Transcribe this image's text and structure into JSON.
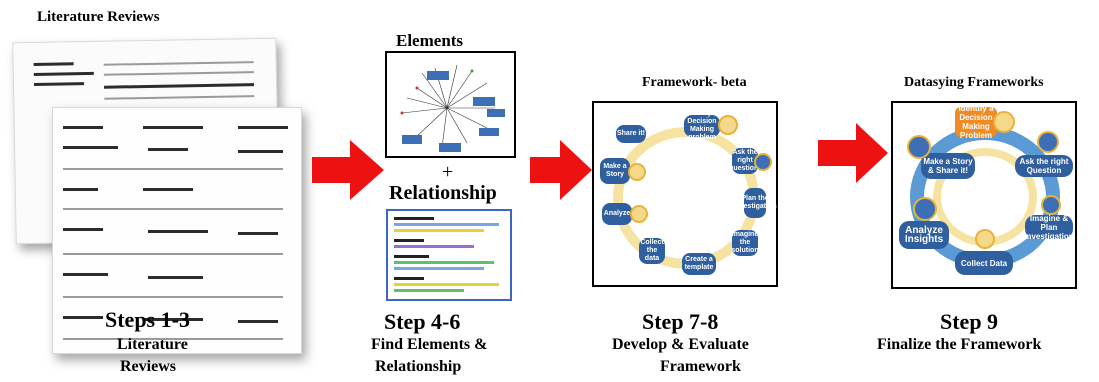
{
  "steps": [
    {
      "header": "Literature Reviews",
      "step_label": "Steps 1-3",
      "desc_line1": "Literature",
      "desc_line2": "Reviews"
    },
    {
      "header_top": "Elements",
      "plus": "+",
      "header_bottom": "Relationship",
      "step_label": "Step 4-6",
      "desc_line1": "Find Elements &",
      "desc_line2": "Relationship"
    },
    {
      "header": "Framework- beta",
      "step_label": "Step 7-8",
      "desc_line1": "Develop & Evaluate",
      "desc_line2": "Framework"
    },
    {
      "header": "Datasying Frameworks",
      "step_label": "Step 9",
      "desc_line1": "Finalize the Framework"
    }
  ],
  "framework_beta_nodes": [
    {
      "label": "Identify a Decision Making problem"
    },
    {
      "label": "Ask the right Questions"
    },
    {
      "label": "Plan the Investigation"
    },
    {
      "label": "Imagine the solution"
    },
    {
      "label": "Create a template"
    },
    {
      "label": "Collect the data"
    },
    {
      "label": "Analyze"
    },
    {
      "label": "Make a Story"
    },
    {
      "label": "Share it!"
    }
  ],
  "final_nodes": [
    {
      "label": "Identify a Decision Making Problem"
    },
    {
      "label": "Ask the right Question"
    },
    {
      "label": "Imagine & Plan Investigation"
    },
    {
      "label": "Collect Data"
    },
    {
      "label": "Analyze Insights"
    },
    {
      "label": "Make a Story & Share it!"
    }
  ],
  "colors": {
    "arrow": "#ee1111",
    "node_blue": "#2f5f9e",
    "ring_yellow": "#f6e3a1",
    "accent_orange": "#f08a24"
  }
}
